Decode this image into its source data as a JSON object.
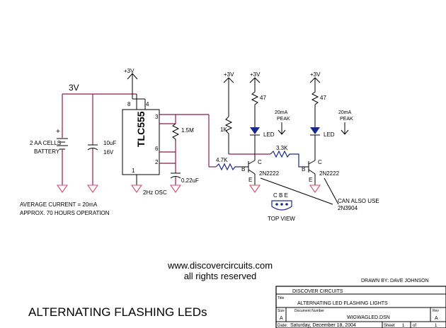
{
  "power": {
    "vcc_top": "+3V",
    "battery_volts": "3V"
  },
  "labels": {
    "battery": "2 AA CELLS",
    "battery2": "BATTERY",
    "cap1": "10uF",
    "cap1v": "16V",
    "ic": "TLC555",
    "pin8": "8",
    "pin4": "4",
    "pin3": "3",
    "pin6": "6",
    "pin2": "2",
    "pin1": "1",
    "r1": "1.5M",
    "c2": "0.22uF",
    "osc": "2Hz OSC",
    "r_base1": "4.7K",
    "r_pull": "1K",
    "r_led1": "47",
    "r_led2": "47",
    "r_base2": "3.3K",
    "led1": "LED",
    "led2": "LED",
    "peak1a": "20mA",
    "peak1b": "PEAK",
    "peak2a": "20mA",
    "peak2b": "PEAK",
    "q1": "2N2222",
    "q2": "2N2222",
    "b": "B",
    "c": "C",
    "e": "E",
    "alt1": "CAN ALSO USE",
    "alt2": "2N3904",
    "pinout": "C  B  E",
    "topview": "TOP VIEW",
    "avg": "AVERAGE CURRENT = 20mA",
    "approx": "APPROX. 70 HOURS OPERATION"
  },
  "footer": {
    "website": "www.discovercircuits.com",
    "rights": "all rights reserved",
    "drawn_by": "DRAWN BY:  DAVE JOHNSON",
    "company": "DISCOVER CIRCUITS",
    "title_label": "Title",
    "title": "ALTERNATING LED FLASHING LIGHTS",
    "size_label": "Size",
    "size": "A",
    "docnum_label": "Document Number",
    "docnum": "WIGWAGLED.DSN",
    "rev_label": "Rev",
    "rev": "A",
    "date_label": "Date:",
    "date": "Saturday, December 18, 2004",
    "sheet_label": "Sheet",
    "sheet": "1",
    "of_label": "of",
    "of": "1",
    "main_title": "ALTERNATING FLASHING LEDs"
  }
}
